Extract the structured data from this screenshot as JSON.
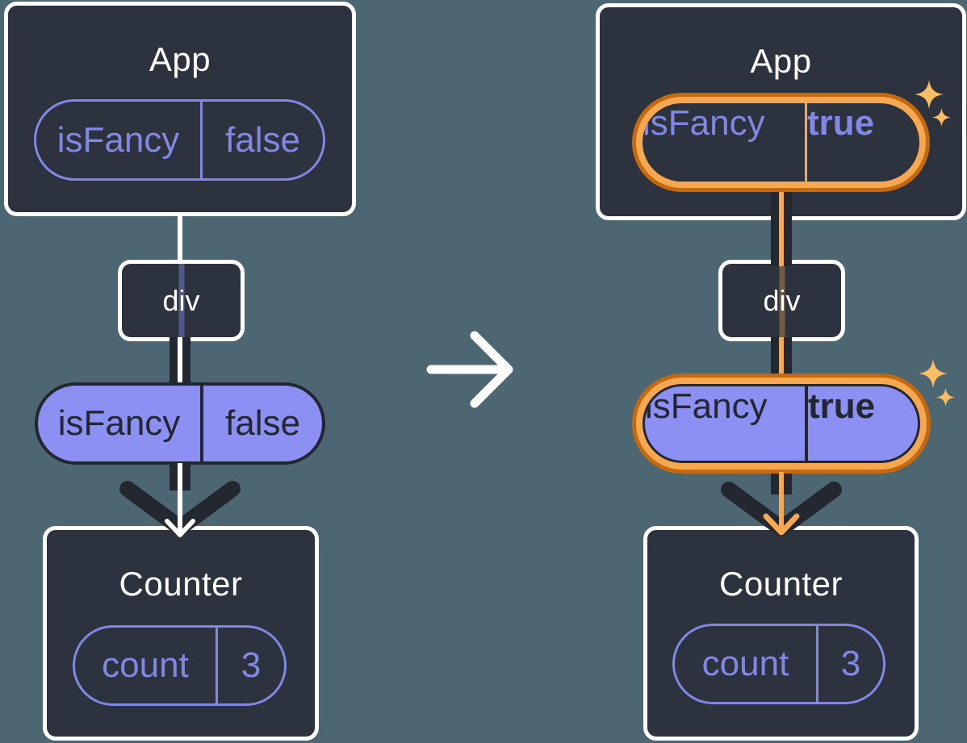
{
  "colors": {
    "background": "#4C6672",
    "card": "#2D333E",
    "card_border": "#FFFFFF",
    "purple": "#8187E3",
    "purple_fill": "#8C90F2",
    "ink_dark": "#23272F",
    "orange_dark": "#C4690F",
    "orange_light": "#F6A851",
    "sparkle": "#F9BD63",
    "white": "#FFFFFF"
  },
  "icons": {
    "transition": "right-arrow-icon",
    "flow": "down-arrow-icon",
    "highlight": "sparkle-icon"
  },
  "left_tree": {
    "app": {
      "title": "App",
      "state_pill": {
        "name": "isFancy",
        "value": "false"
      }
    },
    "div_node": {
      "label": "div"
    },
    "prop_pill": {
      "name": "isFancy",
      "value": "false"
    },
    "counter": {
      "title": "Counter",
      "state_pill": {
        "name": "count",
        "value": "3"
      }
    }
  },
  "right_tree": {
    "app": {
      "title": "App",
      "state_pill": {
        "name": "isFancy",
        "value": "true"
      }
    },
    "div_node": {
      "label": "div"
    },
    "prop_pill": {
      "name": "isFancy",
      "value": "true"
    },
    "counter": {
      "title": "Counter",
      "state_pill": {
        "name": "count",
        "value": "3"
      }
    }
  }
}
